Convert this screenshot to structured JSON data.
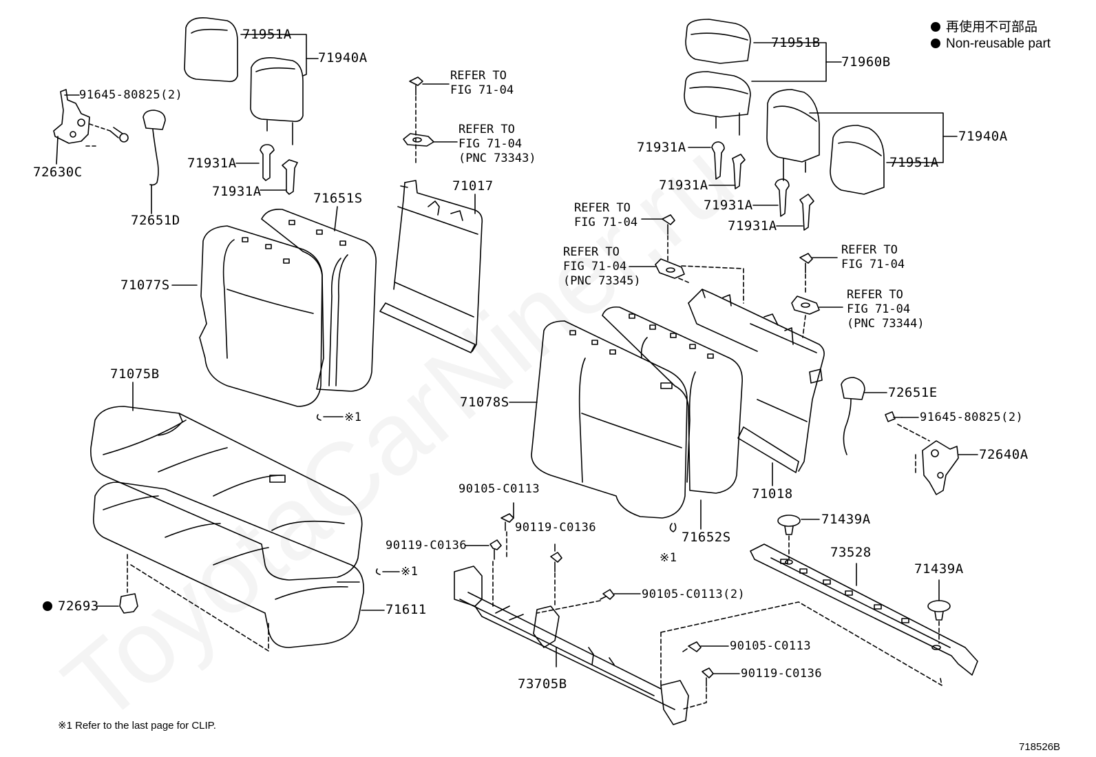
{
  "legend": {
    "line_jp": "再使用不可部品",
    "line_en": "Non-reusable part"
  },
  "watermark": "ToyotaCarNiner.ru",
  "footnote": "※1 Refer to the last page for CLIP.",
  "diagram_id": "718526B",
  "parts": {
    "p71951A_top": "71951A",
    "p71940A_left": "71940A",
    "p91645_left": "91645-80825(2)",
    "p72630C": "72630C",
    "p72651D": "72651D",
    "p71931A_l1": "71931A",
    "p71931A_l2": "71931A",
    "p71651S": "71651S",
    "p71017": "71017",
    "p71077S": "71077S",
    "p71075B": "71075B",
    "p72693": "72693",
    "p71611": "71611",
    "p71951B": "71951B",
    "p71960B": "71960B",
    "p71940A_right": "71940A",
    "p71951A_right": "71951A",
    "p71931A_r1": "71931A",
    "p71931A_r2": "71931A",
    "p71931A_r3": "71931A",
    "p71931A_r4": "71931A",
    "p71078S": "71078S",
    "p71652S": "71652S",
    "p71018": "71018",
    "p72651E": "72651E",
    "p91645_right": "91645-80825(2)",
    "p72640A": "72640A",
    "p71439A_1": "71439A",
    "p73528": "73528",
    "p71439A_2": "71439A",
    "p90105_a": "90105-C0113",
    "p90119_a": "90119-C0136",
    "p90119_b": "90119-C0136",
    "p90105_b": "90105-C0113(2)",
    "p90105_c": "90105-C0113",
    "p90119_c": "90119-C0136",
    "p73705B": "73705B",
    "clip1": "※1",
    "clip2": "※1",
    "clip3": "※1"
  },
  "refs": {
    "r1": {
      "l1": "REFER TO",
      "l2": "FIG 71-04"
    },
    "r2": {
      "l1": "REFER TO",
      "l2": "FIG 71-04",
      "l3": "(PNC 73343)"
    },
    "r3": {
      "l1": "REFER TO",
      "l2": "FIG 71-04"
    },
    "r4": {
      "l1": "REFER TO",
      "l2": "FIG 71-04",
      "l3": "(PNC 73345)"
    },
    "r5": {
      "l1": "REFER TO",
      "l2": "FIG 71-04"
    },
    "r6": {
      "l1": "REFER TO",
      "l2": "FIG 71-04",
      "l3": "(PNC 73344)"
    }
  }
}
